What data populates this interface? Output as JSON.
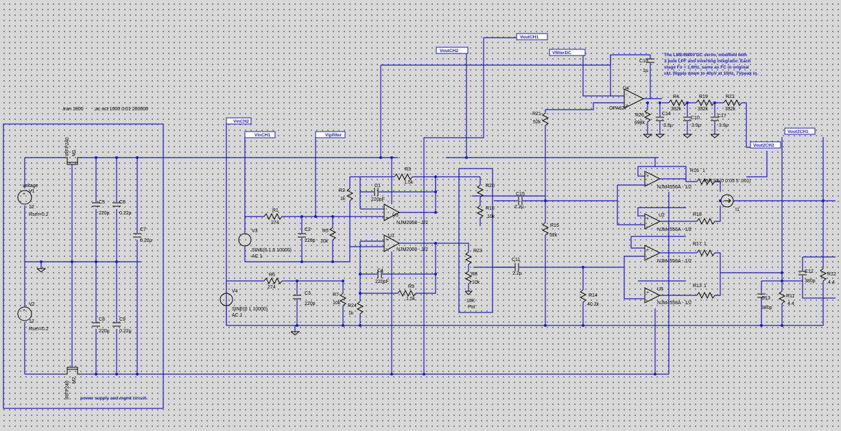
{
  "directives": {
    "tran": ".tran 1800",
    "ac": ";ac oct 1000 0.01 200000"
  },
  "note_lines": [
    "The LME49800 DC servo, modified with",
    "3 pole LPF and inverting integrator. Each",
    "stage Fo = 1.6Hz, same as FC in original",
    "ckt. Ripple down to 40uV at 10Hz, 7Vpeak in."
  ],
  "power_label": "power supply and mgmt circuit",
  "net_flags": {
    "vincH2": "VinCH2",
    "vincH1": "VinCH1",
    "vipfilter": "Vipfilter",
    "voutch2": "VoutCH2",
    "voutch1": "VoutCH1",
    "vfilterdc": "VfilterDC",
    "vout2ch2": "Vout2CH2",
    "vout2ch1": "Vout2CH1"
  },
  "components": {
    "V1": {
      "name": "V1",
      "value": "12",
      "param": "Rser=0.2",
      "label": "voltage"
    },
    "V2": {
      "name": "V2",
      "value": "12",
      "param": "Rser=0.2"
    },
    "V3": {
      "name": "V3",
      "value": "SINE(0 1.5 10000)",
      "param": "AC 1"
    },
    "V4": {
      "name": "V4",
      "value": "SINE(0 1 10000)",
      "param": "AC 1"
    },
    "M1": {
      "name": "M1",
      "value": "IRFP240"
    },
    "M2": {
      "name": "M2",
      "value": "IRFP240"
    },
    "C5": {
      "name": "C5",
      "value": "220µ"
    },
    "C6": {
      "name": "C6",
      "value": "0.22µ"
    },
    "C7": {
      "name": "C7",
      "value": "0.22µ"
    },
    "C8": {
      "name": "C8",
      "value": "220µ"
    },
    "C9": {
      "name": "C9",
      "value": "0.22µ"
    },
    "R1": {
      "name": "R1",
      "value": "274"
    },
    "R2": {
      "name": "R2",
      "value": "1k"
    },
    "R3": {
      "name": "R3",
      "value": "1.5k"
    },
    "R5": {
      "name": "R5",
      "value": "10k"
    },
    "R6": {
      "name": "R6",
      "value": "274"
    },
    "R7": {
      "name": "R7",
      "value": "10k"
    },
    "R8": {
      "name": "R8",
      "value": "10k"
    },
    "R9": {
      "name": "R9",
      "value": "1.5k"
    },
    "R24": {
      "name": "R24",
      "value": "1k"
    },
    "C1": {
      "name": "C1",
      "value": "220pF"
    },
    "C2": {
      "name": "C2",
      "value": "220p"
    },
    "C3": {
      "name": "C3",
      "value": "220p"
    },
    "C4": {
      "name": "C4",
      "value": "220pF"
    },
    "U3": {
      "name": "U3",
      "value": "NJM2068 - 1/2"
    },
    "U1": {
      "name": "U1",
      "value": "NJM2068 - 1/2"
    },
    "R20": {
      "name": "R20",
      "value": ""
    },
    "R10": {
      "name": "R10",
      "value": "10k"
    },
    "R23": {
      "name": "R23",
      "value": ""
    },
    "pot": {
      "value": "10K",
      "label": "Pot"
    },
    "C15": {
      "name": "C15",
      "value": "2.2µ"
    },
    "C11": {
      "name": "C11",
      "value": "2.2µ"
    },
    "R15": {
      "name": "R15",
      "value": "52k"
    },
    "R14": {
      "name": "R14",
      "value": "40.2k"
    },
    "R21": {
      "name": "R21",
      "value": "52k"
    },
    "U4": {
      "name": "U4",
      "value": "OPA627"
    },
    "C18": {
      "name": "C18",
      "value": "1µ"
    },
    "R26": {
      "name": "R26",
      "value": "698k"
    },
    "C14": {
      "name": "C14",
      "value": "3.3µ"
    },
    "R4": {
      "name": "R4",
      "value": "332k"
    },
    "C10": {
      "name": "C10",
      "value": "3.3µ"
    },
    "R19": {
      "name": "R19",
      "value": "332k"
    },
    "C17": {
      "name": "C17",
      "value": "3.3µ"
    },
    "R22": {
      "name": "R22",
      "value": "332k"
    },
    "R16": {
      "name": "R16",
      "value": "1"
    },
    "R18": {
      "name": "R18",
      "value": ""
    },
    "R17": {
      "name": "R17",
      "value": "1"
    },
    "R13": {
      "name": "R13",
      "value": "1"
    },
    "U2": {
      "name": "U2",
      "value": "NJM4556A - 1/2"
    },
    "U6": {
      "value": "NJM4556A - 1/2"
    },
    "U7": {
      "value": "NJM4556A - 1/2"
    },
    "U5": {
      "name": "U5",
      "value": "NJM4556A - 1/2"
    },
    "I1": {
      "name": "I1",
      "value": "PULSE(0 0.05 5 .001)"
    },
    "C12": {
      "name": "C12",
      "value": "380p"
    },
    "R12": {
      "name": "R12",
      "value": "4.4"
    },
    "C13": {
      "name": "C13",
      "value": "380p"
    },
    "R11": {
      "name": "R11",
      "value": "4.4"
    }
  }
}
